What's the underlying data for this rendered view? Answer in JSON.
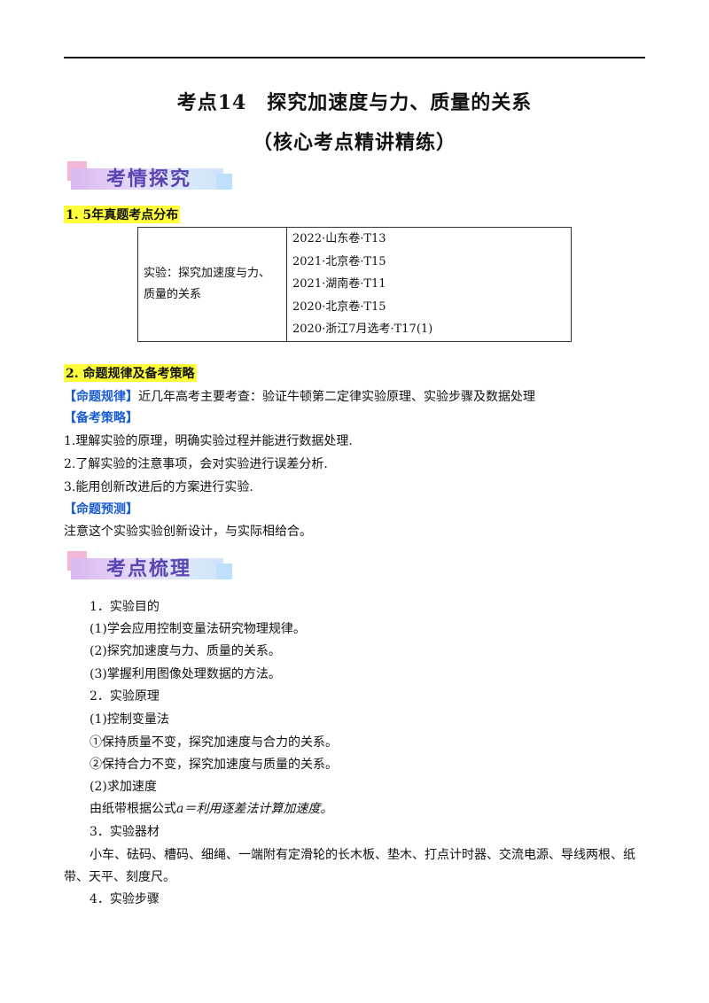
{
  "title": {
    "line1": "考点14　探究加速度与力、质量的关系",
    "line2": "（核心考点精讲精练）"
  },
  "section1_banner": "考情探究",
  "sub1": "1. 5年真题考点分布",
  "table": {
    "topic": "实验：探究加速度与力、质量的关系",
    "years": [
      "2022·山东卷·T13",
      "2021·北京卷·T15",
      "2021·湖南卷·T11",
      "2020·北京卷·T15",
      "2020·浙江7月选考·T17(1)"
    ]
  },
  "sub2": "2.  命题规律及备考策略",
  "rule": {
    "tag": "【命题规律】",
    "text": "近几年高考主要考查：验证牛顿第二定律实验原理、实验步骤及数据处理"
  },
  "strategy": {
    "tag": "【备考策略】",
    "items": [
      "1.理解实验的原理，明确实验过程并能进行数据处理.",
      "2.了解实验的注意事项，会对实验进行误差分析.",
      "3.能用创新改进后的方案进行实验."
    ]
  },
  "predict": {
    "tag": "【命题预测】",
    "text": "注意这个实验实验创新设计，与实际相给合。"
  },
  "section2_banner": "考点梳理",
  "body": {
    "h1": "1．实验目的",
    "p1": "(1)学会应用控制变量法研究物理规律。",
    "p2": "(2)探究加速度与力、质量的关系。",
    "p3": "(3)掌握利用图像处理数据的方法。",
    "h2": "2．实验原理",
    "p4": "(1)控制变量法",
    "p5": "①保持质量不变，探究加速度与合力的关系。",
    "p6": "②保持合力不变，探究加速度与质量的关系。",
    "p7": "(2)求加速度",
    "p8_prefix": "由纸带根据公式",
    "p8_formula": "a＝利用逐差法计算加速度。",
    "h3": "3．实验器材",
    "p9a": "小车、砝码、槽码、细绳、一端附有定滑轮的长木板、垫木、打点计时器、交流电源、导线两根、纸",
    "p9b": "带、天平、刻度尺。",
    "h4": "4．实验步骤"
  }
}
